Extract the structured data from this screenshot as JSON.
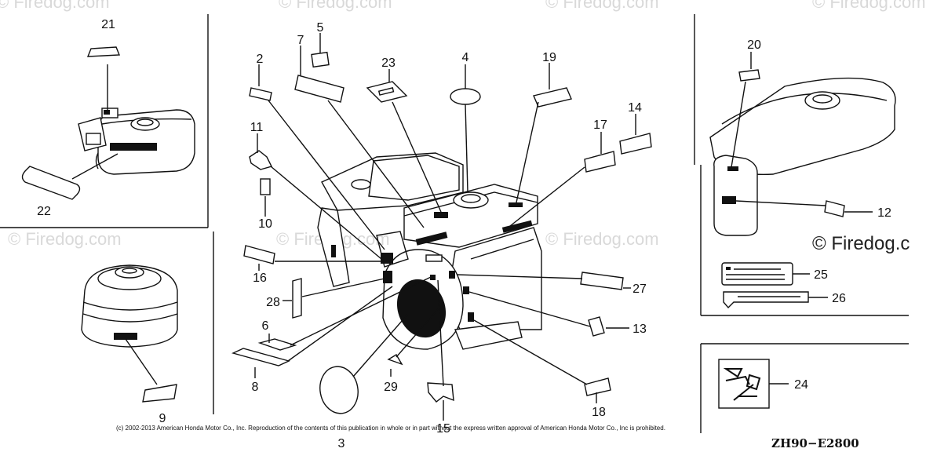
{
  "watermarks": {
    "top": [
      "© Firedog.com",
      "© Firedog.com",
      "© Firedog.com",
      "© Firedog.com"
    ],
    "middle": [
      "© Firedog.com",
      "© Firedog.com",
      "© Firedog.com"
    ],
    "right": "© Firedog.c"
  },
  "callouts": {
    "n2": "2",
    "n3": "3",
    "n4": "4",
    "n5": "5",
    "n6": "6",
    "n7": "7",
    "n8": "8",
    "n9": "9",
    "n10": "10",
    "n11": "11",
    "n12": "12",
    "n13": "13",
    "n14": "14",
    "n15": "15",
    "n16": "16",
    "n17": "17",
    "n18": "18",
    "n19": "19",
    "n20": "20",
    "n21": "21",
    "n22": "22",
    "n23": "23",
    "n24": "24",
    "n25": "25",
    "n26": "26",
    "n27": "27",
    "n28": "28",
    "n29": "29"
  },
  "copyright": "(c) 2002-2013 American Honda Motor Co., Inc. Reproduction of the contents of this publication in whole or in part without the express written approval of American Honda Motor Co., Inc is prohibited.",
  "diagram_code": "ZH90−E2800"
}
